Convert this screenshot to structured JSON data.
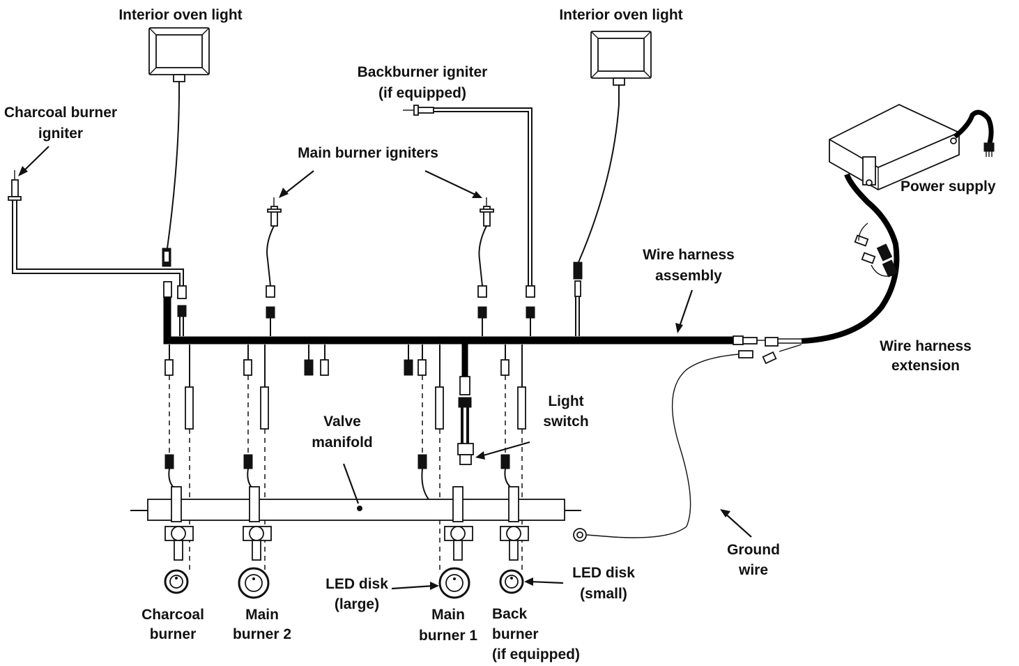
{
  "labels": {
    "interior_light_left": "Interior oven light",
    "interior_light_right": "Interior oven light",
    "charcoal_igniter_1": "Charcoal burner",
    "charcoal_igniter_2": "igniter",
    "backburner_igniter_1": "Backburner igniter",
    "backburner_igniter_2": "(if equipped)",
    "main_igniters": "Main burner igniters",
    "power_supply": "Power supply",
    "harness_assembly_1": "Wire harness",
    "harness_assembly_2": "assembly",
    "harness_extension_1": "Wire harness",
    "harness_extension_2": "extension",
    "light_switch_1": "Light",
    "light_switch_2": "switch",
    "valve_manifold_1": "Valve",
    "valve_manifold_2": "manifold",
    "ground_wire_1": "Ground",
    "ground_wire_2": "wire",
    "led_large_1": "LED disk",
    "led_large_2": "(large)",
    "led_small_1": "LED disk",
    "led_small_2": "(small)",
    "charcoal_burner_1": "Charcoal",
    "charcoal_burner_2": "burner",
    "main_burner2_1": "Main",
    "main_burner2_2": "burner 2",
    "main_burner1_1": "Main",
    "main_burner1_2": "burner 1",
    "back_burner_1": "Back",
    "back_burner_2": "burner",
    "back_burner_3": "(if equipped)"
  }
}
